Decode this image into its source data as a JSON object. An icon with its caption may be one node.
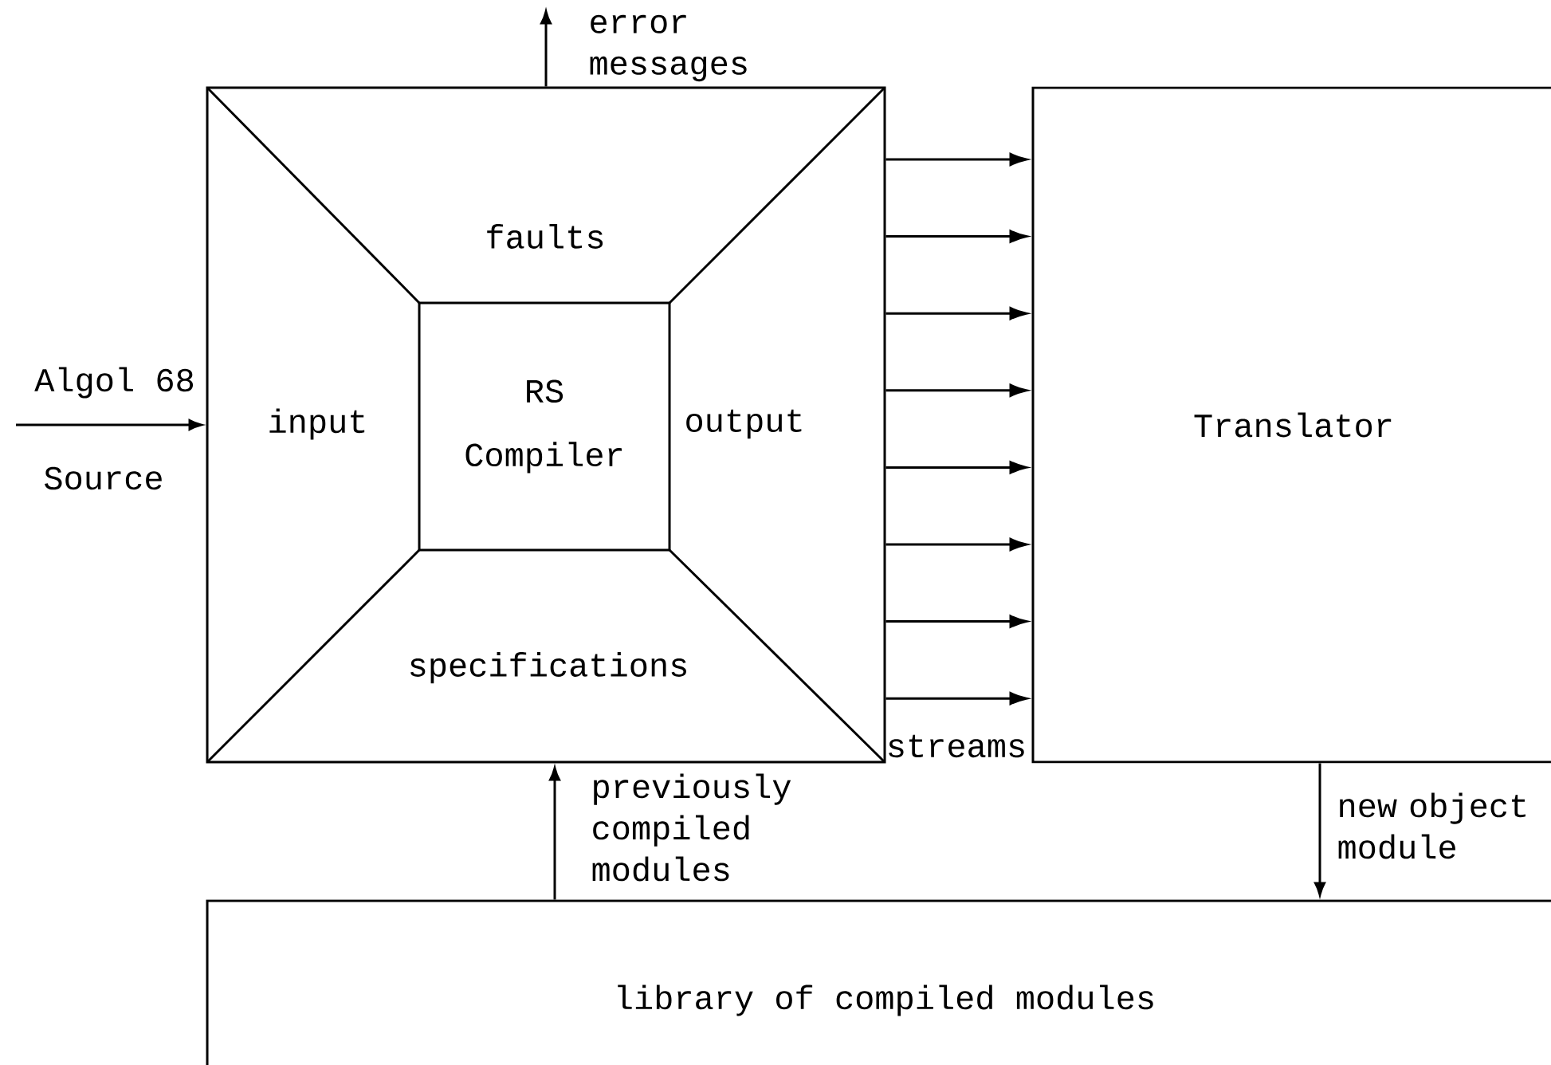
{
  "diagram": {
    "nodes": [
      {
        "text": [],
        "shape": "box"
      },
      {
        "text": [
          "faults"
        ],
        "in": 0
      },
      {
        "text": [
          "input"
        ],
        "in": 0
      },
      {
        "text": [
          "RS Compiler"
        ],
        "in": 0
      },
      {
        "text": [
          "output"
        ],
        "in": 0
      },
      {
        "text": [
          "specifications"
        ],
        "in": 0
      },
      {
        "text": [
          "Translator"
        ]
      },
      {
        "text": [
          "library of compiled modules"
        ]
      }
    ],
    "edges": [
      {
        "from": null,
        "to": 0,
        "arrow": "to"
      },
      {
        "from": 0,
        "to": null,
        "arrow": "to",
        "label": "error messages"
      },
      {
        "from": 0,
        "to": 6,
        "arrow": "to"
      },
      {
        "from": 0,
        "to": 6,
        "arrow": "to"
      },
      {
        "from": 0,
        "to": 6,
        "arrow": "to"
      },
      {
        "from": 0,
        "to": 6,
        "arrow": "to"
      },
      {
        "from": 0,
        "to": 6,
        "arrow": "to"
      },
      {
        "from": 0,
        "to": 6,
        "arrow": "to"
      },
      {
        "from": 0,
        "to": 6,
        "arrow": "to"
      },
      {
        "from": 0,
        "to": 6,
        "arrow": "to"
      },
      {
        "from": 7,
        "to": 0,
        "arrow": "to",
        "label": "previously compiled modules"
      },
      {
        "from": 6,
        "to": 7,
        "arrow": "to",
        "label": "new object module"
      }
    ],
    "labels": [
      "Algol 68",
      "Source",
      "streams"
    ]
  }
}
